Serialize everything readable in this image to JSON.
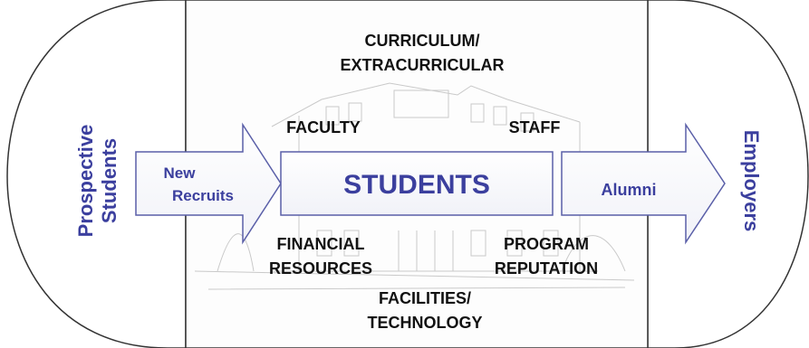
{
  "diagram": {
    "left_panel": {
      "line1": "Prospective",
      "line2": "Students"
    },
    "right_panel": {
      "label": "Employers"
    },
    "center_box": {
      "curriculum_line1": "CURRICULUM/",
      "curriculum_line2": "EXTRACURRICULAR",
      "faculty": "FACULTY",
      "staff": "STAFF",
      "financial_line1": "FINANCIAL",
      "financial_line2": "RESOURCES",
      "program_line1": "PROGRAM",
      "program_line2": "REPUTATION",
      "facilities_line1": "FACILITIES/",
      "facilities_line2": "TECHNOLOGY"
    },
    "arrows": {
      "new_recruits_line1": "New",
      "new_recruits_line2": "Recruits",
      "students": "STUDENTS",
      "alumni": "Alumni"
    },
    "colors": {
      "accent_text": "#3b3f9e",
      "arrow_stroke": "#5a5fa8",
      "outline": "#333333"
    }
  }
}
